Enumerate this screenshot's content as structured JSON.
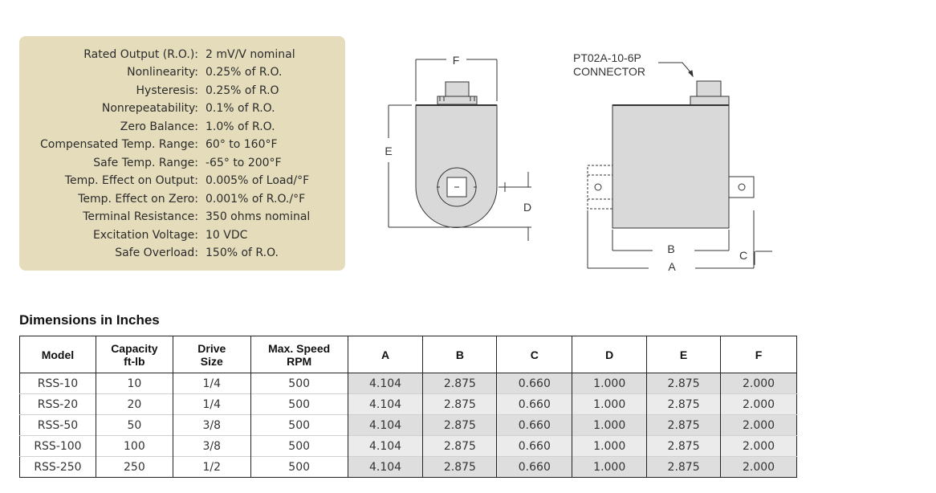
{
  "specs": [
    {
      "label": "Rated Output (R.O.):",
      "value": "2 mV/V nominal"
    },
    {
      "label": "Nonlinearity:",
      "value": "0.25% of R.O."
    },
    {
      "label": "Hysteresis:",
      "value": "0.25% of R.O"
    },
    {
      "label": "Nonrepeatability:",
      "value": "0.1% of R.O."
    },
    {
      "label": "Zero Balance:",
      "value": "1.0% of R.O."
    },
    {
      "label": "Compensated Temp. Range:",
      "value": "60° to 160°F"
    },
    {
      "label": "Safe Temp. Range:",
      "value": "-65° to 200°F"
    },
    {
      "label": "Temp. Effect on Output:",
      "value": "0.005% of Load/°F"
    },
    {
      "label": "Temp. Effect on Zero:",
      "value": "0.001% of R.O./°F"
    },
    {
      "label": "Terminal Resistance:",
      "value": "350 ohms nominal"
    },
    {
      "label": "Excitation Voltage:",
      "value": "10 VDC"
    },
    {
      "label": "Safe Overload:",
      "value": "150% of R.O."
    }
  ],
  "drawing": {
    "connector_line1": "PT02A-10-6P",
    "connector_line2": "CONNECTOR",
    "label_f": "F",
    "label_e": "E",
    "label_d": "D",
    "label_b": "B",
    "label_a": "A",
    "label_c": "C"
  },
  "dimensions_title": "Dimensions in Inches",
  "table": {
    "headers": {
      "model": "Model",
      "capacity_1": "Capacity",
      "capacity_2": "ft-lb",
      "drive_1": "Drive",
      "drive_2": "Size",
      "speed_1": "Max. Speed",
      "speed_2": "RPM",
      "a": "A",
      "b": "B",
      "c": "C",
      "d": "D",
      "e": "E",
      "f": "F"
    },
    "rows": [
      [
        "RSS-10",
        "10",
        "1/4",
        "500",
        "4.104",
        "2.875",
        "0.660",
        "1.000",
        "2.875",
        "2.000"
      ],
      [
        "RSS-20",
        "20",
        "1/4",
        "500",
        "4.104",
        "2.875",
        "0.660",
        "1.000",
        "2.875",
        "2.000"
      ],
      [
        "RSS-50",
        "50",
        "3/8",
        "500",
        "4.104",
        "2.875",
        "0.660",
        "1.000",
        "2.875",
        "2.000"
      ],
      [
        "RSS-100",
        "100",
        "3/8",
        "500",
        "4.104",
        "2.875",
        "0.660",
        "1.000",
        "2.875",
        "2.000"
      ],
      [
        "RSS-250",
        "250",
        "1/2",
        "500",
        "4.104",
        "2.875",
        "0.660",
        "1.000",
        "2.875",
        "2.000"
      ]
    ]
  }
}
